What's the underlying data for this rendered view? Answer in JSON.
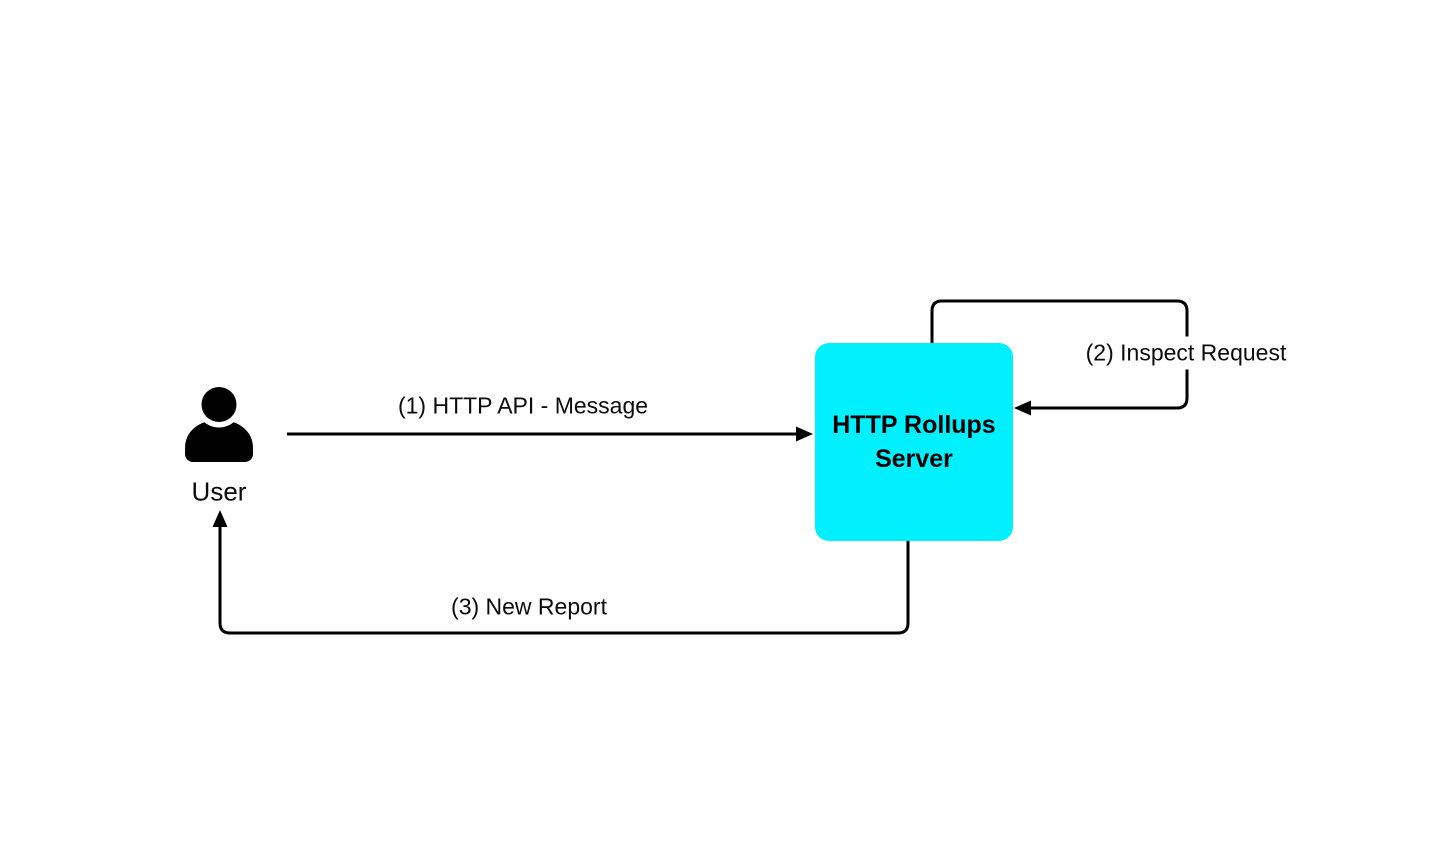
{
  "page": {
    "background": "#ffffff"
  },
  "diagram": {
    "nodes": {
      "user": {
        "label": "User",
        "icon": "person-icon"
      },
      "server": {
        "label": "HTTP Rollups Server",
        "fill": "#00F0FF",
        "text_color": "#000000",
        "shape": "rounded-square"
      }
    },
    "edges": [
      {
        "label": "(1) HTTP API - Message",
        "from": "user",
        "to": "server",
        "style": "straight-right-arrow"
      },
      {
        "label": "(2) Inspect Request",
        "from": "server",
        "to": "server",
        "style": "self-loop-right"
      },
      {
        "label": "(3) New Report",
        "from": "server",
        "to": "user",
        "style": "down-left-up-arrow"
      }
    ],
    "line_color": "#000000"
  }
}
